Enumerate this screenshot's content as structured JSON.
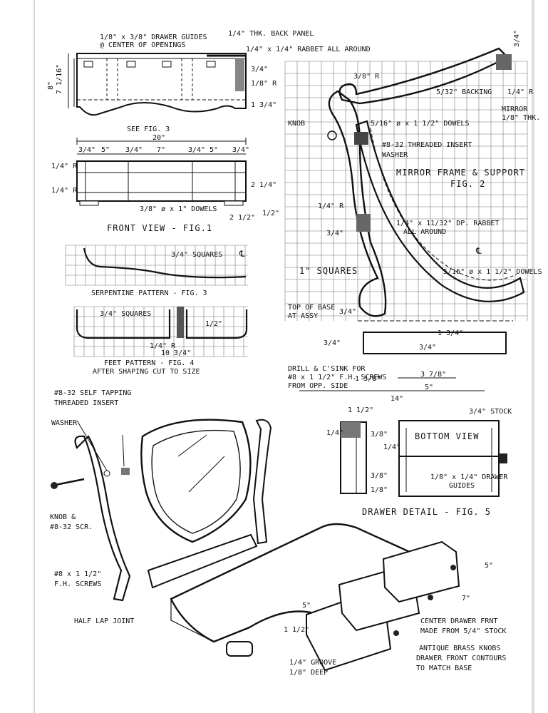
{
  "fig1": {
    "guides": "1/8\" x 3/8\" DRAWER GUIDES",
    "guides2": "@ CENTER OF OPENINGS",
    "back_panel": "1/4\" THK. BACK PANEL",
    "rabbet": "1/4\" x 1/4\" RABBET ALL AROUND",
    "dim_8": "8\"",
    "dim_7_1_16": "7 1/16\"",
    "dim_3_4": "3/4\"",
    "dim_1_8_r": "1/8\" R",
    "dim_1_3_4": "1 3/4\"",
    "see_fig3": "SEE FIG. 3",
    "dim_20": "20\"",
    "col_3_4a": "3/4\"",
    "col_5a": "5\"",
    "col_3_4b": "3/4\"",
    "col_7": "7\"",
    "col_3_4c": "3/4\"",
    "col_5b": "5\"",
    "col_3_4d": "3/4\"",
    "r_1_4a": "1/4\" R",
    "r_1_4b": "1/4\" R",
    "dowels": "3/8\" ø x 1\" DOWELS",
    "dim_2_1_4": "2 1/4\"",
    "dim_2_1_2": "2 1/2\"",
    "dim_1_2": "1/2\"",
    "title": "FRONT VIEW - FIG.1"
  },
  "fig3": {
    "squares": "3/4\" SQUARES",
    "cl": "℄",
    "title": "SERPENTINE PATTERN - FIG. 3"
  },
  "fig4": {
    "squares": "3/4\" SQUARES",
    "dim_1_2": "1/2\"",
    "r": "1/4\" R",
    "dim_10_3_4": "10 3/4\"",
    "title": "FEET PATTERN - FIG. 4",
    "subtitle": "AFTER SHAPING CUT TO SIZE"
  },
  "fig2": {
    "dim_3_4": "3/4\"",
    "dim_3_8_r": "3/8\" R",
    "backing": "5/32\" BACKING",
    "dim_1_4_r": "1/4\" R",
    "mirror": "MIRROR",
    "mirror2": "1/8\" THK.",
    "knob": "KNOB",
    "dowels": "5/16\" ø x 1 1/2\" DOWELS",
    "insert": "#8-32 THREADED INSERT",
    "washer": "WASHER",
    "title": "MIRROR FRAME & SUPPORT",
    "fig": "FIG. 2",
    "r_1_4": "1/4\" R",
    "dim_3_4b": "3/4\"",
    "rabbet": "1/4\" x 11/32\" DP. RABBET",
    "rabbet2": "ALL AROUND",
    "cl": "℄",
    "squares": "1\" SQUARES",
    "dowels2": "5/16\" ø x 1 1/2\" DOWELS",
    "top_base": "TOP OF BASE",
    "at_assy": "AT ASSY",
    "dim_3_4c": "3/4\"",
    "dim_3_4d": "3/4\"",
    "dim_1_3_4": "1 3/4\"",
    "dim_3_4e": "3/4\"",
    "drill": "DRILL & C'SINK FOR",
    "drill2": "#8 x 1 1/2\" F.H. SCREWS",
    "drill3": "FROM OPP. SIDE",
    "dim_1_3_8": "1 3/8\"",
    "dim_3_7_8": "3 7/8\"",
    "dim_5": "5\"",
    "dim_14": "14\""
  },
  "fig5": {
    "dim_1_1_2": "1 1/2\"",
    "dim_1_4": "1/4\"",
    "dim_3_8": "3/8\"",
    "dim_1_4b": "1/4\"",
    "dim_3_8b": "3/8\"",
    "dim_1_8": "1/8\"",
    "stock": "3/4\" STOCK",
    "bottom_view": "BOTTOM VIEW",
    "guides": "1/8\" x 1/4\" DRAWER",
    "guides2": "GUIDES",
    "title": "DRAWER DETAIL - FIG. 5"
  },
  "exploded": {
    "insert": "#8-32 SELF TAPPING",
    "insert2": "THREADED INSERT",
    "washer": "WASHER",
    "knob": "KNOB &",
    "knob2": "#8-32 SCR.",
    "screws": "#8 x 1 1/2\"",
    "screws2": "F.H. SCREWS",
    "half_lap": "HALF LAP JOINT",
    "dim_5a": "5\"",
    "dim_7": "7\"",
    "dim_5b": "5\"",
    "dim_1_1_2": "1 1/2\"",
    "center": "CENTER DRAWER FRNT",
    "center2": "MADE FROM 5/4\" STOCK",
    "knobs": "ANTIQUE BRASS KNOBS",
    "contours": "DRAWER FRONT CONTOURS",
    "contours2": "TO MATCH BASE",
    "groove": "1/4\" GROOVE",
    "groove2": "1/8\" DEEP"
  }
}
